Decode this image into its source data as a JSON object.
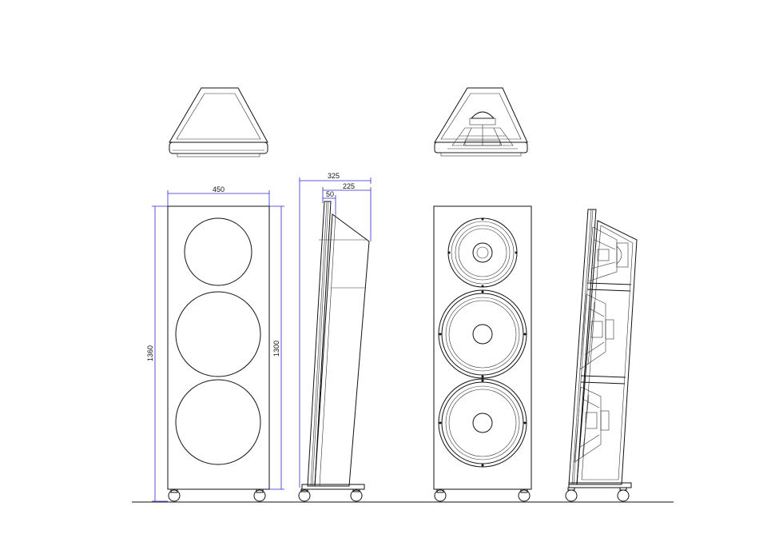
{
  "dimensions": {
    "front_width": "450",
    "front_height_total": "1360",
    "front_height_cabinet": "1300",
    "side_depth_total": "325",
    "side_depth_top": "225",
    "side_baffle_thickness": "50"
  },
  "colors": {
    "line": "#111111",
    "dimension": "#2a2ad0",
    "background": "#ffffff"
  }
}
